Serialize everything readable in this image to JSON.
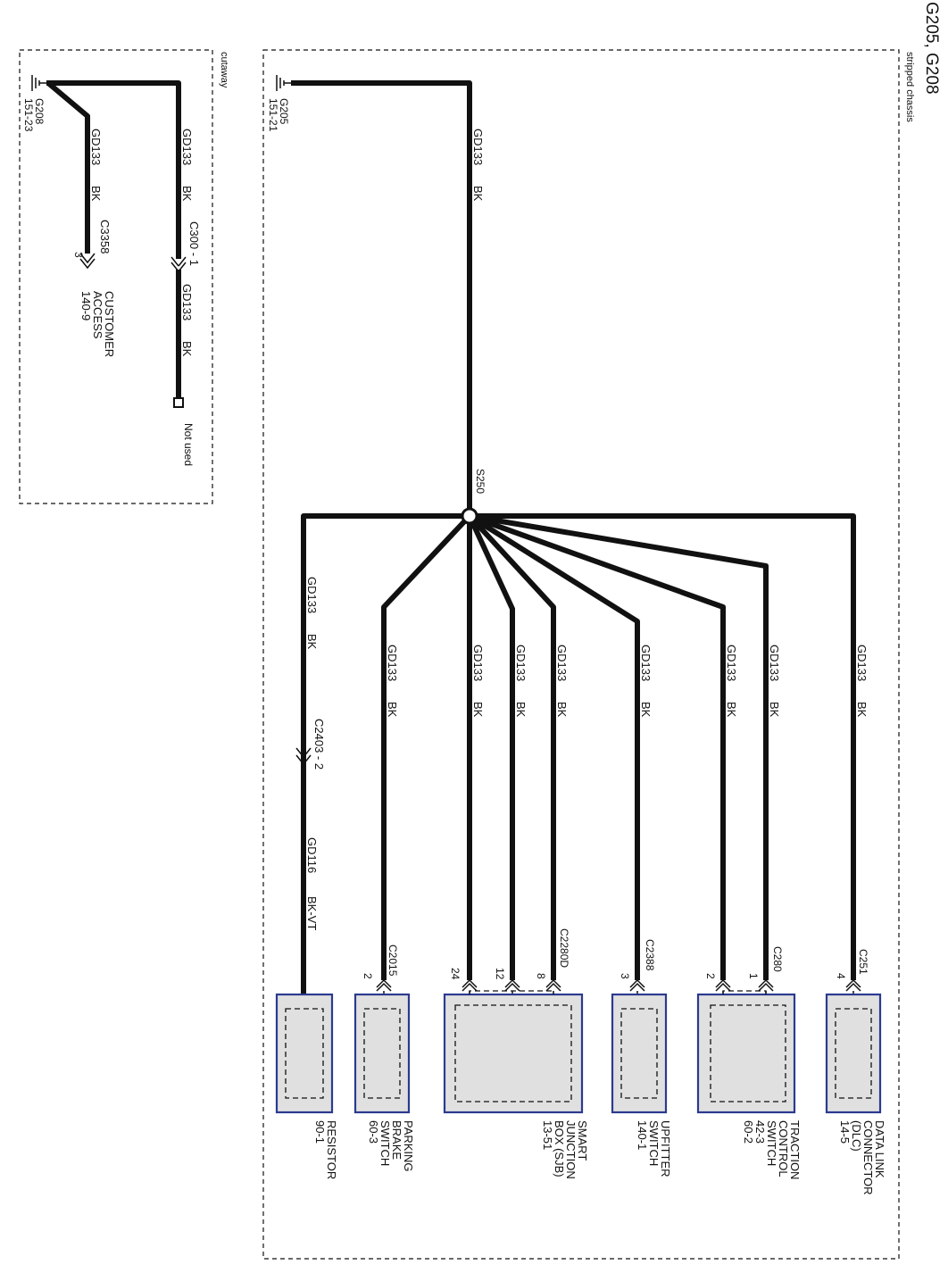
{
  "title": "G205, G208",
  "frames": {
    "stripped_chassis": "stripped chassis",
    "cutaway": "cutaway"
  },
  "grounds": {
    "g205": {
      "name": "G205",
      "ref": "151-21"
    },
    "g208": {
      "name": "G208",
      "ref": "151-23"
    }
  },
  "splice": "S250",
  "wire": {
    "circuit": "GD133",
    "color": "BK"
  },
  "wire_gd116": {
    "circuit": "GD116",
    "color": "BK-VT"
  },
  "connectors": {
    "c251": {
      "name": "C251",
      "pin": "4"
    },
    "c280": {
      "name": "C280",
      "pin1": "1",
      "pin2": "2"
    },
    "c2388": {
      "name": "C2388",
      "pin": "3"
    },
    "c2280d": {
      "name": "C2280D",
      "pin8": "8",
      "pin12": "12",
      "pin24": "24"
    },
    "c2015": {
      "name": "C2015",
      "pin": "2"
    },
    "c2403": {
      "name": "C2403 - 2"
    },
    "c300": {
      "name": "C300 - 1"
    },
    "c3358": {
      "name": "C3358",
      "pin": "3"
    }
  },
  "components": {
    "dlc": [
      "DATA LINK",
      "CONNECTOR",
      "(DLC)",
      "14-5"
    ],
    "traction": [
      "TRACTION",
      "CONTROL",
      "SWITCH",
      "42-3",
      "60-2"
    ],
    "upfitter": [
      "UPFITTER",
      "SWITCH",
      "140-1"
    ],
    "sjb": [
      "SMART",
      "JUNCTION",
      "BOX (SJB)",
      "13-51"
    ],
    "parking": [
      "PARKING",
      "BRAKE",
      "SWITCH",
      "60-3"
    ],
    "resistor": [
      "RESISTOR",
      "90-1"
    ],
    "customer": [
      "CUSTOMER",
      "ACCESS",
      "140-9"
    ]
  },
  "not_used": "Not used",
  "colors": {
    "wire": "#111111",
    "component_fill": "#e0e0e0",
    "component_border": "#2b3a8f"
  }
}
